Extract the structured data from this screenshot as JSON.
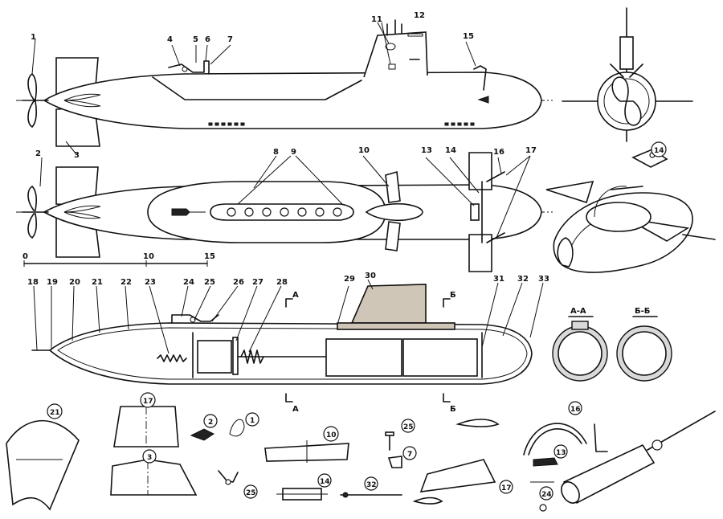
{
  "callouts": {
    "n1": "1",
    "n2": "2",
    "n3": "3",
    "n4": "4",
    "n5": "5",
    "n6": "6",
    "n7": "7",
    "n8": "8",
    "n9": "9",
    "n10": "10",
    "n11": "11",
    "n12": "12",
    "n13": "13",
    "n14": "14",
    "n15": "15",
    "n16": "16",
    "n17": "17",
    "n18": "18",
    "n19": "19",
    "n20": "20",
    "n21": "21",
    "n22": "22",
    "n23": "23",
    "n24": "24",
    "n25": "25",
    "n26": "26",
    "n27": "27",
    "n28": "28",
    "n29": "29",
    "n30": "30",
    "n31": "31",
    "n32": "32",
    "n33": "33"
  },
  "scale": {
    "start": "0",
    "mid": "10",
    "end": "15"
  },
  "sections": {
    "aa": "А-А",
    "bb": "Б-Б",
    "a": "А",
    "b": "Б"
  }
}
